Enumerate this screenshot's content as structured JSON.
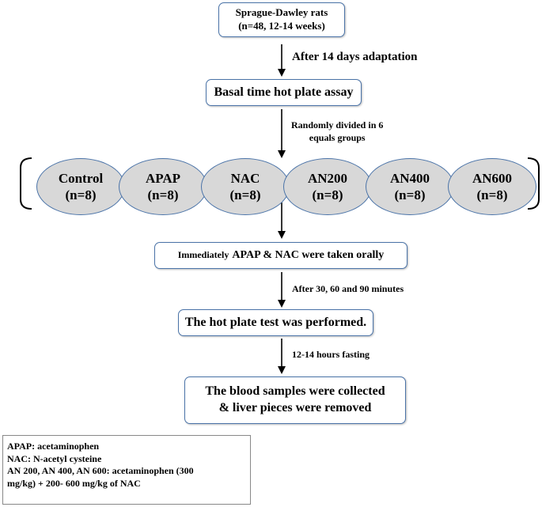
{
  "start_box": {
    "line1": "Sprague-Dawley rats",
    "line2": "(n=48, 12-14 weeks)"
  },
  "step1_label": "After 14 days adaptation",
  "basal_box": "Basal time hot plate assay",
  "divide_label": {
    "line1": "Randomly divided in 6",
    "line2": "equals groups"
  },
  "groups": [
    {
      "name": "Control",
      "n": "(n=8)"
    },
    {
      "name": "APAP",
      "n": "(n=8)"
    },
    {
      "name": "NAC",
      "n": "(n=8)"
    },
    {
      "name": "AN200",
      "n": "(n=8)"
    },
    {
      "name": "AN400",
      "n": "(n=8)"
    },
    {
      "name": "AN600",
      "n": "(n=8)"
    }
  ],
  "oral_box": {
    "prefix": "Immediately",
    "rest": "APAP & NAC were taken orally"
  },
  "time_label": "After 30, 60 and 90 minutes",
  "hotplate_box": "The hot plate test was performed.",
  "fasting_label": "12-14 hours fasting",
  "final_box": {
    "line1": "The blood samples were collected",
    "line2": "& liver pieces were removed"
  },
  "legend": {
    "line1": "APAP: acetaminophen",
    "line2": "NAC: N-acetyl cysteine",
    "line3": "AN 200, AN 400, AN 600: acetaminophen (300",
    "line4": "mg/kg) + 200- 600 mg/kg of NAC"
  }
}
